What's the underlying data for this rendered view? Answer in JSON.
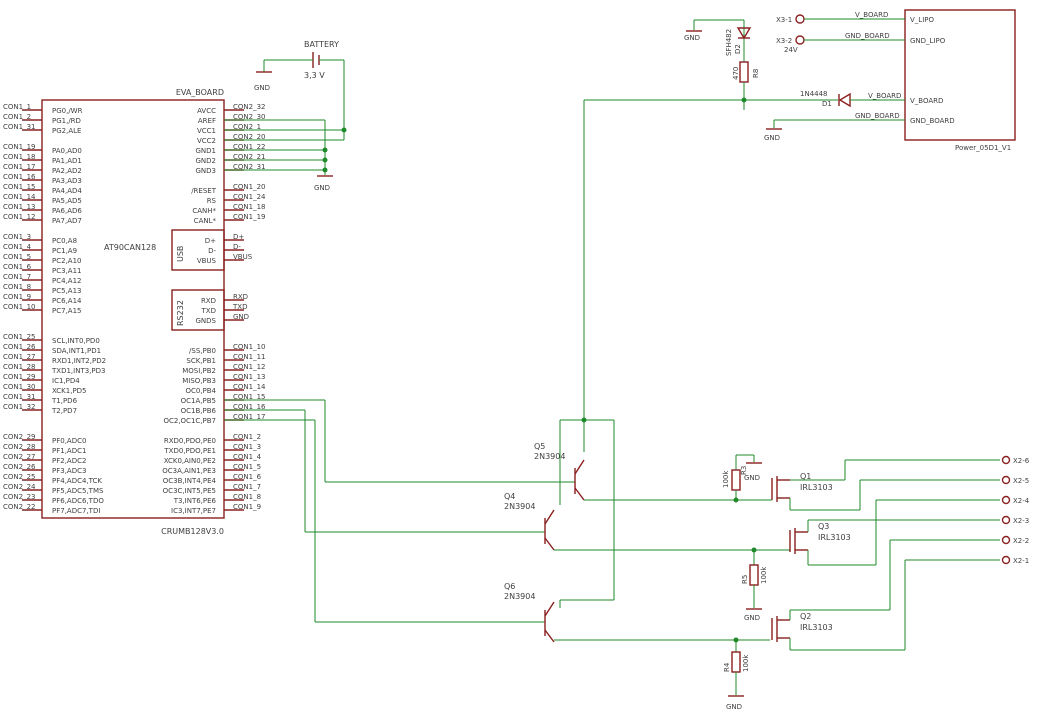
{
  "ic": {
    "top_label": "EVA_BOARD",
    "name": "AT90CAN128",
    "bottom_label": "CRUMB128V3.0",
    "left_pins": [
      {
        "con": "CON1_1",
        "pin": "PG0,/WR"
      },
      {
        "con": "CON1_2",
        "pin": "PG1,/RD"
      },
      {
        "con": "CON1_31",
        "pin": "PG2,ALE"
      },
      {
        "con": "CON1_19",
        "pin": "PA0,AD0"
      },
      {
        "con": "CON1_18",
        "pin": "PA1,AD1"
      },
      {
        "con": "CON1_17",
        "pin": "PA2,AD2"
      },
      {
        "con": "CON1_16",
        "pin": "PA3,AD3"
      },
      {
        "con": "CON1_15",
        "pin": "PA4,AD4"
      },
      {
        "con": "CON1_14",
        "pin": "PA5,AD5"
      },
      {
        "con": "CON1_13",
        "pin": "PA6,AD6"
      },
      {
        "con": "CON1_12",
        "pin": "PA7,AD7"
      },
      {
        "con": "CON1_3",
        "pin": "PC0,A8"
      },
      {
        "con": "CON1_4",
        "pin": "PC1,A9"
      },
      {
        "con": "CON1_5",
        "pin": "PC2,A10"
      },
      {
        "con": "CON1_6",
        "pin": "PC3,A11"
      },
      {
        "con": "CON1_7",
        "pin": "PC4,A12"
      },
      {
        "con": "CON1_8",
        "pin": "PC5,A13"
      },
      {
        "con": "CON1_9",
        "pin": "PC6,A14"
      },
      {
        "con": "CON1_10",
        "pin": "PC7,A15"
      },
      {
        "con": "CON1_25",
        "pin": "SCL,INT0,PD0"
      },
      {
        "con": "CON1_26",
        "pin": "SDA,INT1,PD1"
      },
      {
        "con": "CON1_27",
        "pin": "RXD1,INT2,PD2"
      },
      {
        "con": "CON1_28",
        "pin": "TXD1,INT3,PD3"
      },
      {
        "con": "CON1_29",
        "pin": "IC1,PD4"
      },
      {
        "con": "CON1_30",
        "pin": "XCK1,PD5"
      },
      {
        "con": "CON1_31",
        "pin": "T1,PD6"
      },
      {
        "con": "CON1_32",
        "pin": "T2,PD7"
      },
      {
        "con": "CON2_29",
        "pin": "PF0,ADC0"
      },
      {
        "con": "CON2_28",
        "pin": "PF1,ADC1"
      },
      {
        "con": "CON2_27",
        "pin": "PF2,ADC2"
      },
      {
        "con": "CON2_26",
        "pin": "PF3,ADC3"
      },
      {
        "con": "CON2_25",
        "pin": "PF4,ADC4,TCK"
      },
      {
        "con": "CON2_24",
        "pin": "PF5,ADC5,TMS"
      },
      {
        "con": "CON2_23",
        "pin": "PF6,ADC6,TDO"
      },
      {
        "con": "CON2_22",
        "pin": "PF7,ADC7,TDI"
      }
    ],
    "right_pins": [
      {
        "con": "CON2_32",
        "pin": "AVCC"
      },
      {
        "con": "CON2_30",
        "pin": "AREF"
      },
      {
        "con": "CON2_1",
        "pin": "VCC1"
      },
      {
        "con": "CON2_20",
        "pin": "VCC2"
      },
      {
        "con": "CON1_22",
        "pin": "GND1"
      },
      {
        "con": "CON2_21",
        "pin": "GND2"
      },
      {
        "con": "CON2_31",
        "pin": "GND3"
      },
      {
        "con": "CON1_20",
        "pin": "/RESET"
      },
      {
        "con": "CON1_24",
        "pin": "RS"
      },
      {
        "con": "CON1_18",
        "pin": "CANH*"
      },
      {
        "con": "CON1_19",
        "pin": "CANL*"
      },
      {
        "con": "D+",
        "pin": "D+"
      },
      {
        "con": "D-",
        "pin": "D-"
      },
      {
        "con": "VBUS",
        "pin": "VBUS"
      },
      {
        "con": "RXD",
        "pin": "RXD"
      },
      {
        "con": "TXD",
        "pin": "TXD"
      },
      {
        "con": "GND",
        "pin": "GNDS"
      },
      {
        "con": "CON1_10",
        "pin": "/SS,PB0"
      },
      {
        "con": "CON1_11",
        "pin": "SCK,PB1"
      },
      {
        "con": "CON1_12",
        "pin": "MOSI,PB2"
      },
      {
        "con": "CON1_13",
        "pin": "MISO,PB3"
      },
      {
        "con": "CON1_14",
        "pin": "OC0,PB4"
      },
      {
        "con": "CON1_15",
        "pin": "OC1A,PB5"
      },
      {
        "con": "CON1_16",
        "pin": "OC1B,PB6"
      },
      {
        "con": "CON1_17",
        "pin": "OC2,OC1C,PB7"
      },
      {
        "con": "CON1_2",
        "pin": "RXD0,PDO,PE0"
      },
      {
        "con": "CON1_3",
        "pin": "TXD0,PDO,PE1"
      },
      {
        "con": "CON1_4",
        "pin": "XCK0,AIN0,PE2"
      },
      {
        "con": "CON1_5",
        "pin": "OC3A,AIN1,PE3"
      },
      {
        "con": "CON1_6",
        "pin": "OC3B,INT4,PE4"
      },
      {
        "con": "CON1_7",
        "pin": "OC3C,INT5,PE5"
      },
      {
        "con": "CON1_8",
        "pin": "T3,INT6,PE6"
      },
      {
        "con": "CON1_9",
        "pin": "IC3,INT7,PE7"
      }
    ],
    "usb_label": "USB",
    "rs232_label": "RS232"
  },
  "battery": {
    "label": "BATTERY",
    "value": "3,3 V"
  },
  "gnd": "GND",
  "power_module": {
    "name": "Power_05D1_V1",
    "pins_left": [
      "V_LIPO",
      "GND_LIPO",
      "V_BOARD",
      "GND_BOARD"
    ]
  },
  "x3": {
    "pin1": "X3-1",
    "pin2": "X3-2",
    "voltage": "24V",
    "net1": "V_BOARD",
    "net2": "GND_BOARD"
  },
  "d2": {
    "name": "D2",
    "type": "SFH482"
  },
  "r8": {
    "name": "R8",
    "value": "470"
  },
  "d1": {
    "name": "D1",
    "type": "1N4448"
  },
  "net_vboard": "V_BOARD",
  "net_gndboard": "GND_BOARD",
  "transistors": [
    {
      "name": "Q5",
      "type": "2N3904"
    },
    {
      "name": "Q4",
      "type": "2N3904"
    },
    {
      "name": "Q6",
      "type": "2N3904"
    }
  ],
  "mosfets": [
    {
      "name": "Q1",
      "type": "IRL3103"
    },
    {
      "name": "Q3",
      "type": "IRL3103"
    },
    {
      "name": "Q2",
      "type": "IRL3103"
    }
  ],
  "resistors": [
    {
      "name": "R3",
      "value": "100k"
    },
    {
      "name": "R5",
      "value": "100k"
    },
    {
      "name": "R4",
      "value": "100k"
    }
  ],
  "x2": [
    "X2-6",
    "X2-5",
    "X2-4",
    "X2-3",
    "X2-2",
    "X2-1"
  ]
}
